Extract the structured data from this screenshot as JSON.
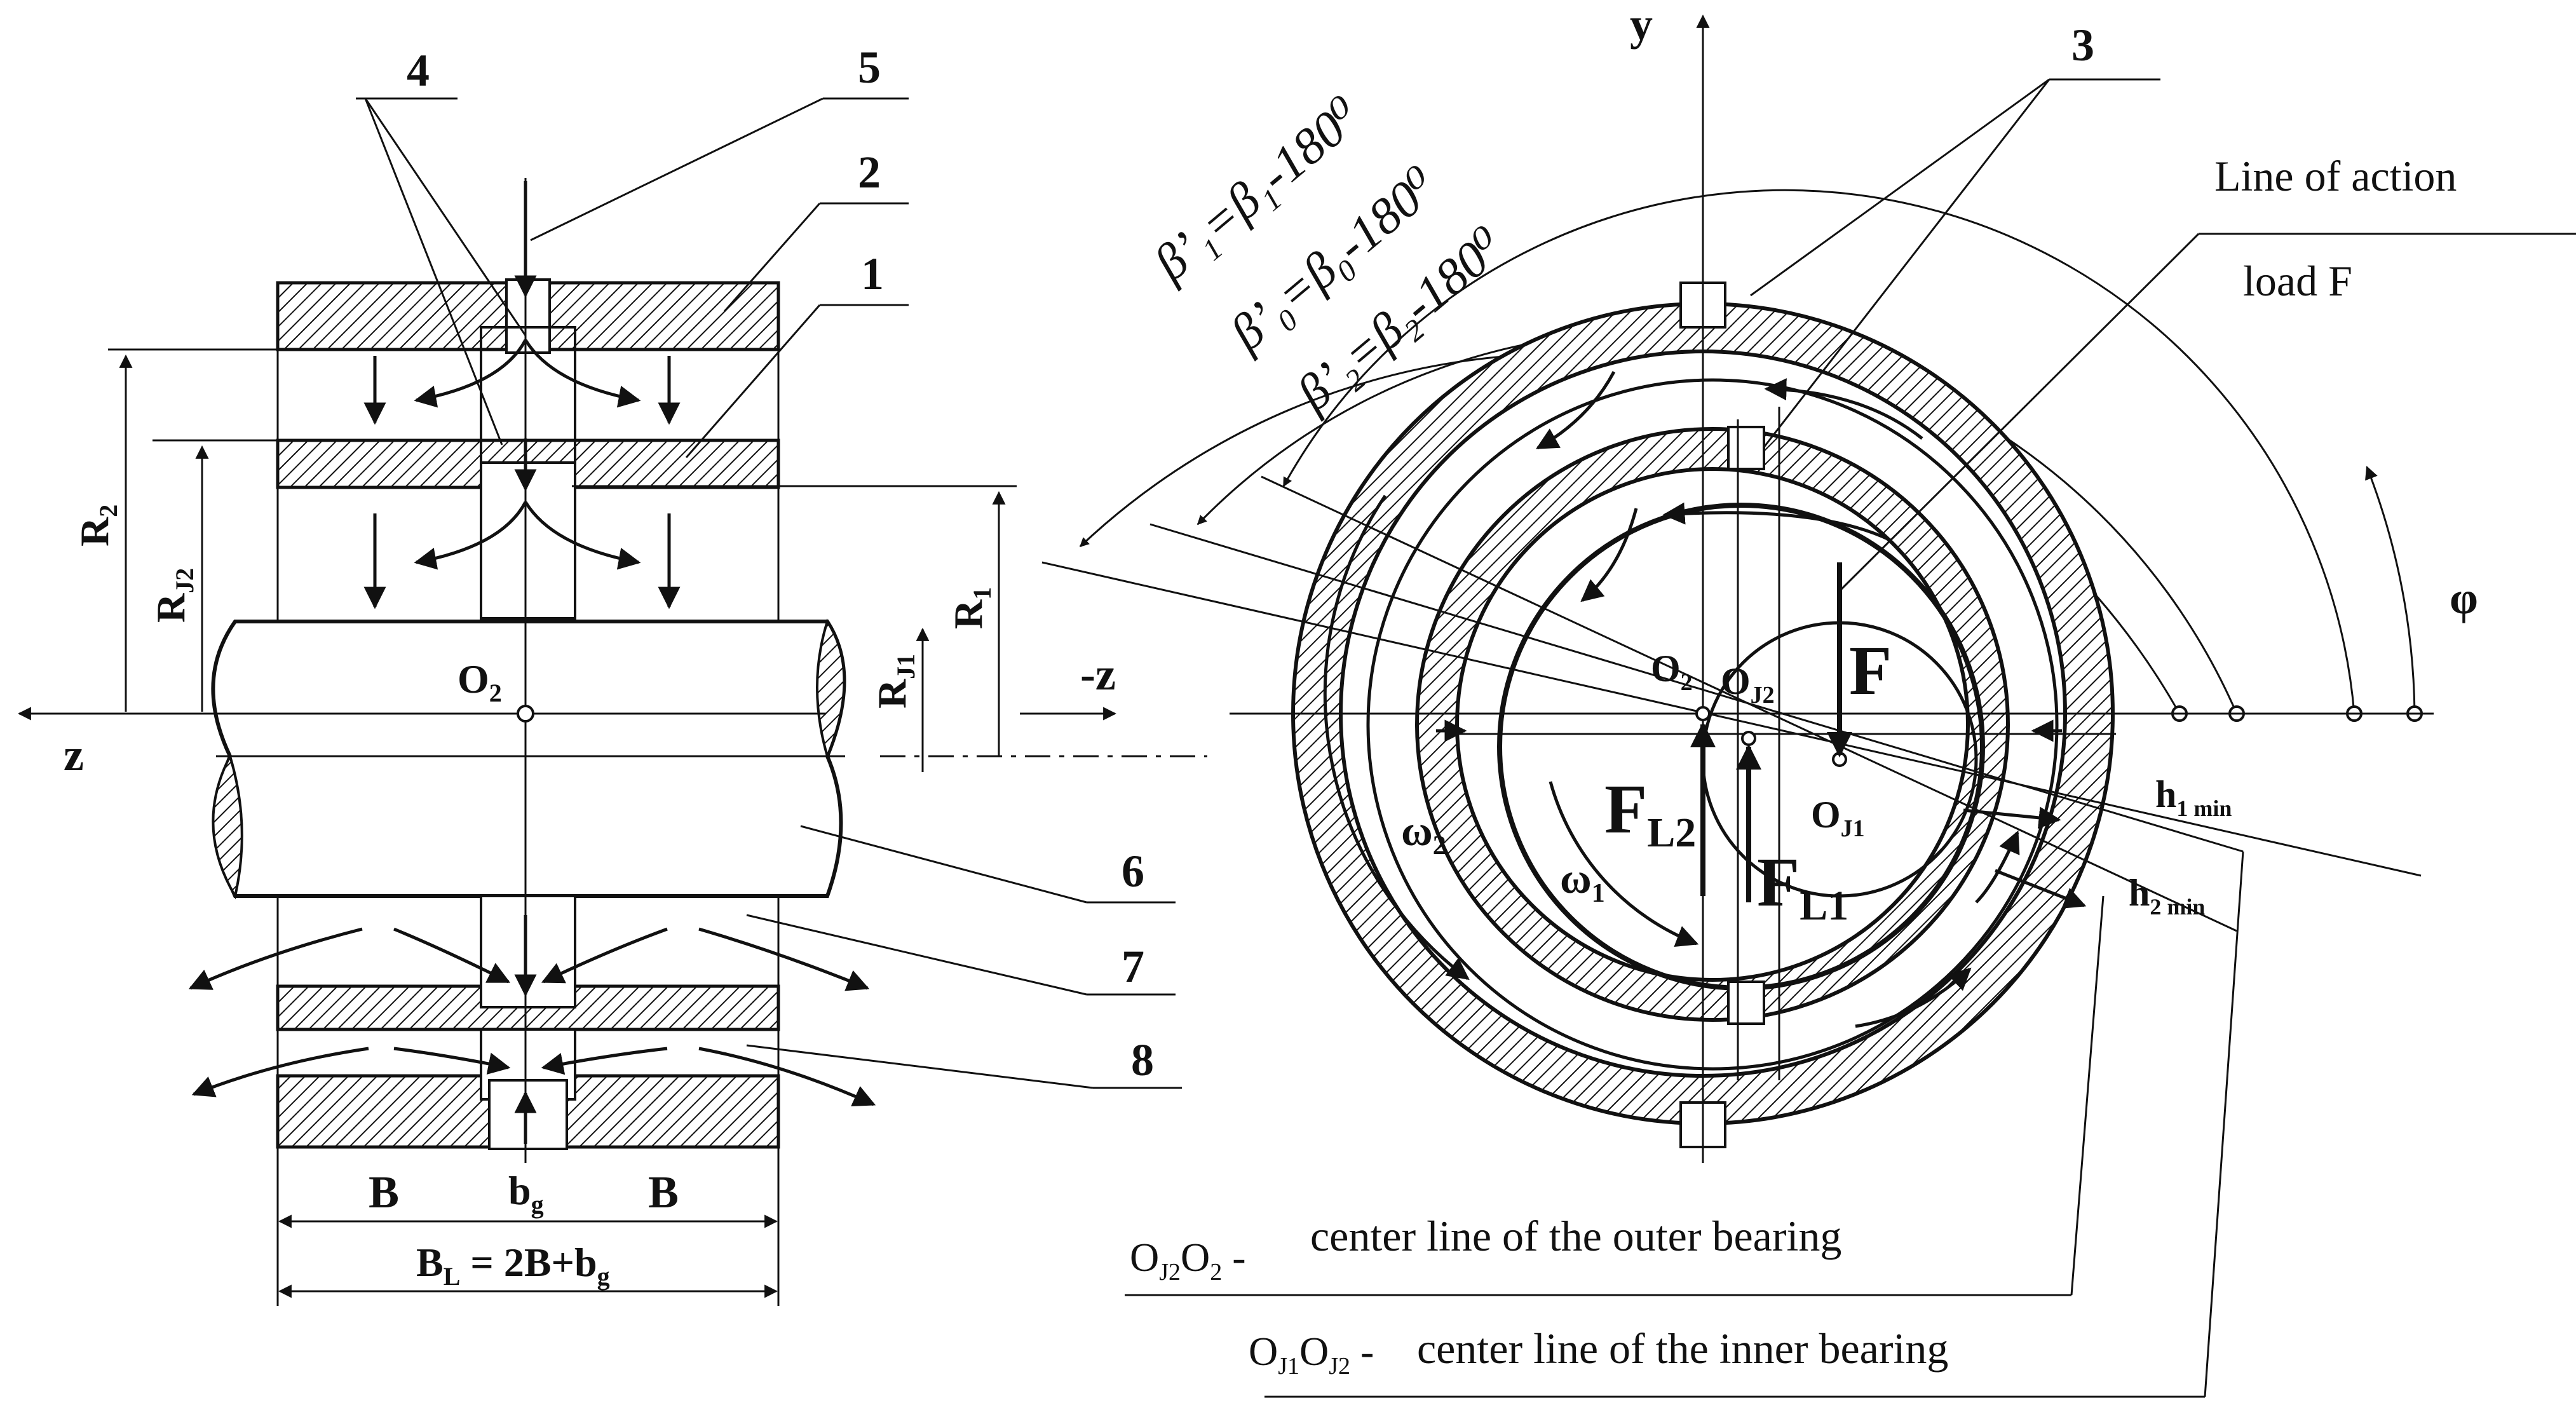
{
  "callouts": [
    "1",
    "2",
    "3",
    "4",
    "5",
    "6",
    "7",
    "8"
  ],
  "left_view": {
    "axis_z": "z",
    "axis_neg_z": "-z",
    "center_o2": "O",
    "center_o2_sub": "2",
    "radius_r2": "R",
    "radius_r2_sub": "2",
    "radius_rj2": "R",
    "radius_rj2_sub": "J2",
    "radius_r1": "R",
    "radius_r1_sub": "1",
    "radius_rj1": "R",
    "radius_rj1_sub": "J1",
    "width_b_left": "B",
    "width_b_right": "B",
    "groove_b": "b",
    "groove_b_sub": "g",
    "total_width_main": "B",
    "total_width_sub_L": "L",
    "total_width_mid": " = 2B+b",
    "total_width_sub_g": "g"
  },
  "right_view": {
    "axis_y": "y",
    "angle_phi": "φ",
    "beta1_label": "β’₁=β₁-180⁰",
    "beta0_label": "β’₀=β₀-180⁰",
    "beta2_label": "β’₂=β₂-180⁰",
    "line_of_action_1": "Line of action",
    "line_of_action_2": "load F",
    "center_o2": "O",
    "center_o2_sub": "2",
    "center_oj2": "O",
    "center_oj2_sub": "J2",
    "center_oj1": "O",
    "center_oj1_sub": "J1",
    "force_f": "F",
    "force_fl2": "F",
    "force_fl2_sub": "L2",
    "force_fl1": "F",
    "force_fl1_sub": "L1",
    "omega2": "ω",
    "omega2_sub": "2",
    "omega1": "ω",
    "omega1_sub": "1",
    "h1min": "h",
    "h1min_sub": "1 min",
    "h2min": "h",
    "h2min_sub": "2 min"
  },
  "legend": {
    "outer_symbol": "O",
    "outer_symbol_sub1": "J2",
    "outer_symbol_mid": "O",
    "outer_symbol_sub2": "2",
    "outer_dash": " -",
    "outer_text": "center line of the outer bearing",
    "inner_symbol": "O",
    "inner_symbol_sub1": "J1",
    "inner_symbol_mid": "O",
    "inner_symbol_sub2": "J2",
    "inner_dash": " -",
    "inner_text": "center line of the inner bearing"
  }
}
